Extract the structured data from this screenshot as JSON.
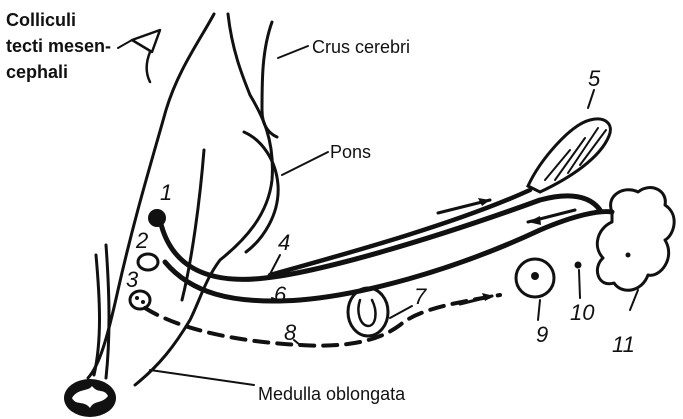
{
  "labels": {
    "colliculi_l1": "Colliculi",
    "colliculi_l2": "tecti mesen-",
    "colliculi_l3": "cephali",
    "crus": "Crus cerebri",
    "pons": "Pons",
    "medulla": "Medulla oblongata"
  },
  "numbers": {
    "n1": "1",
    "n2": "2",
    "n3": "3",
    "n4": "4",
    "n5": "5",
    "n6": "6",
    "n7": "7",
    "n8": "8",
    "n9": "9",
    "n10": "10",
    "n11": "11"
  }
}
